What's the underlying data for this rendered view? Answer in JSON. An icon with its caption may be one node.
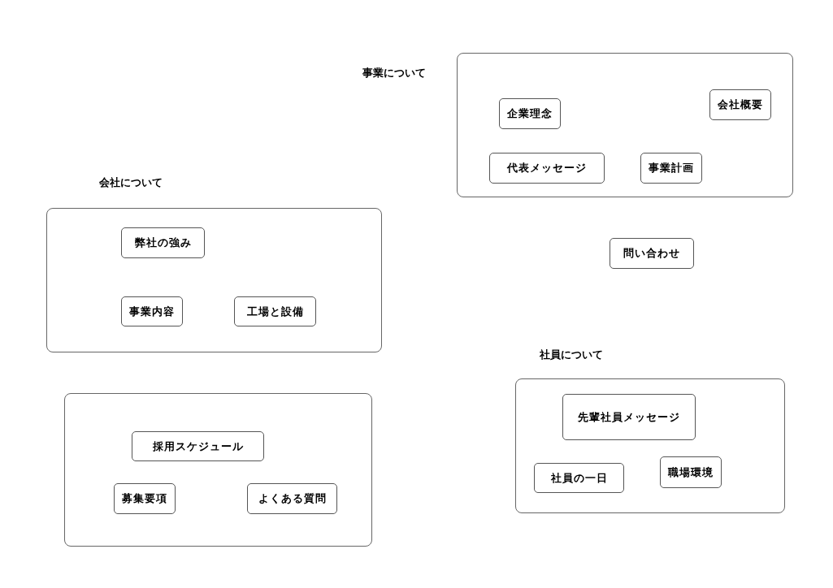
{
  "diagram": {
    "nodes": [
      {
        "text": [
          "事業について"
        ]
      },
      {
        "text": [
          "企業理念"
        ],
        "in": 0
      },
      {
        "text": [
          "会社概要"
        ],
        "in": 0
      },
      {
        "text": [
          "代表メッセージ"
        ],
        "in": 0
      },
      {
        "text": [
          "事業計画"
        ],
        "in": 0
      },
      {
        "text": [
          "会社について"
        ]
      },
      {
        "text": [
          "弊社の強み"
        ],
        "in": 5
      },
      {
        "text": [
          "事業内容"
        ],
        "in": 5
      },
      {
        "text": [
          "工場と設備"
        ],
        "in": 5
      },
      {
        "text": [
          "問い合わせ"
        ]
      },
      {
        "text": [
          "社員について"
        ]
      },
      {
        "text": [
          "先輩社員メッセージ"
        ],
        "in": 10
      },
      {
        "text": [
          "社員の一日"
        ],
        "in": 10
      },
      {
        "text": [
          "職場環境"
        ],
        "in": 10
      },
      {
        "text": [],
        "shape": "box"
      },
      {
        "text": [
          "採用スケジュール"
        ],
        "in": 14
      },
      {
        "text": [
          "募集要項"
        ],
        "in": 14
      },
      {
        "text": [
          "よくある質問"
        ],
        "in": 14
      }
    ],
    "edges": []
  }
}
